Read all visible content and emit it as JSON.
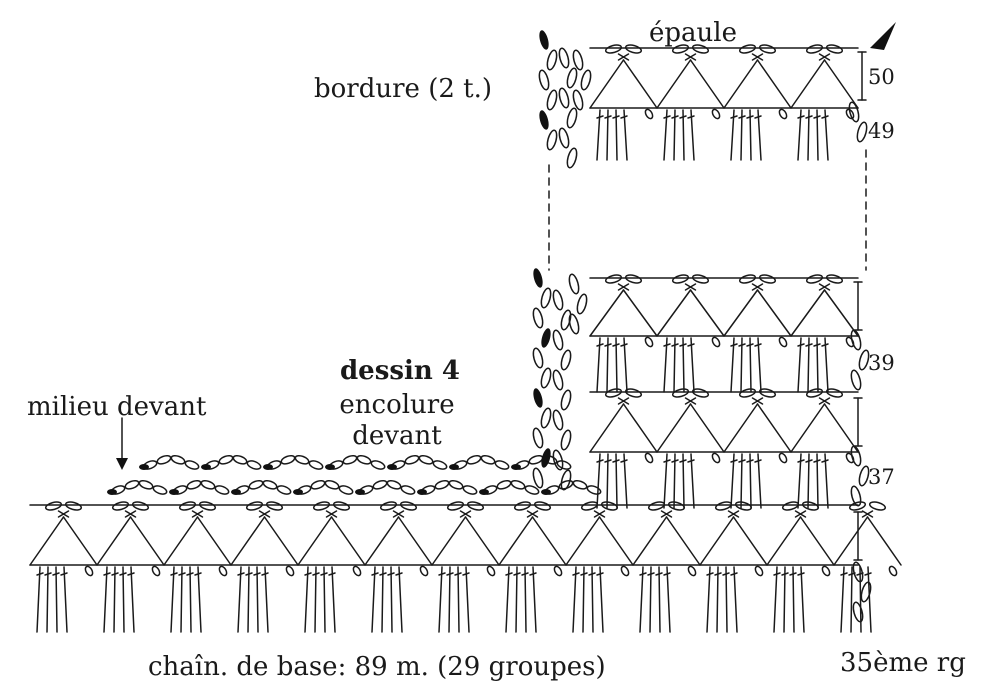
{
  "labels": {
    "shoulder": "épaule",
    "border": "bordure (2 t.)",
    "center_front": "milieu devant",
    "drawing": "dessin 4",
    "neckline_line1": "encolure",
    "neckline_line2": "devant",
    "base_chain": "chaîn. de base: 89 m. (29 groupes)",
    "start_row": "35ème rg"
  },
  "row_numbers": [
    "50",
    "49",
    "39",
    "37"
  ],
  "colors": {
    "ink": "#1a1a1a",
    "filled_stitch": "#111111"
  }
}
